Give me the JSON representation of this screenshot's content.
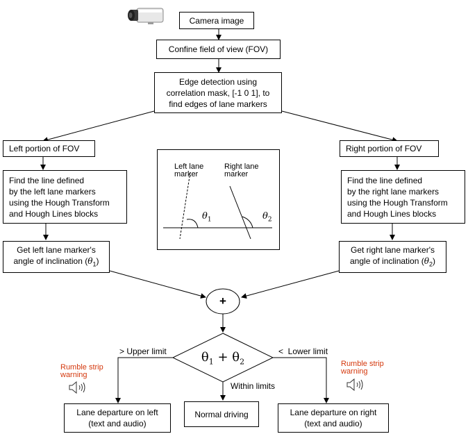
{
  "nodes": {
    "camera": "Camera image",
    "fov": "Confine field of view (FOV)",
    "edge": "Edge detection using\ncorrelation mask, [-1 0 1], to\nfind edges of lane markers",
    "left_fov": "Left portion of FOV",
    "right_fov": "Right portion of FOV",
    "left_hough": "Find the line defined\nby the left lane markers\nusing the Hough Transform\nand Hough Lines blocks",
    "right_hough": "Find the line defined\nby the right lane markers\nusing the Hough Transform\nand Hough Lines blocks",
    "left_angle": "Get left lane marker's\nangle of inclination (",
    "right_angle": "Get right lane marker's\nangle of inclination (",
    "sum": "+",
    "depart_left": "Lane departure on left\n(text and audio)",
    "normal": "Normal driving",
    "depart_right": "Lane departure on right\n(text and audio)"
  },
  "decision": {
    "theta": "θ",
    "sub1": "1",
    "plus": " + ",
    "sub2": "2"
  },
  "edge_labels": {
    "upper": "> Upper limit",
    "lower": "<  Lower limit",
    "within": "Within limits"
  },
  "warnings": {
    "left": "Rumble strip\nwarning",
    "right": "Rumble strip\nwarning"
  },
  "inset": {
    "left_marker": "Left lane\nmarker",
    "right_marker": "Right lane\nmarker",
    "theta": "θ",
    "sub1": "1",
    "sub2": "2"
  },
  "icons": {
    "camera": "camera-icon",
    "speaker": "speaker-icon"
  },
  "colors": {
    "warning": "#d4380d"
  }
}
